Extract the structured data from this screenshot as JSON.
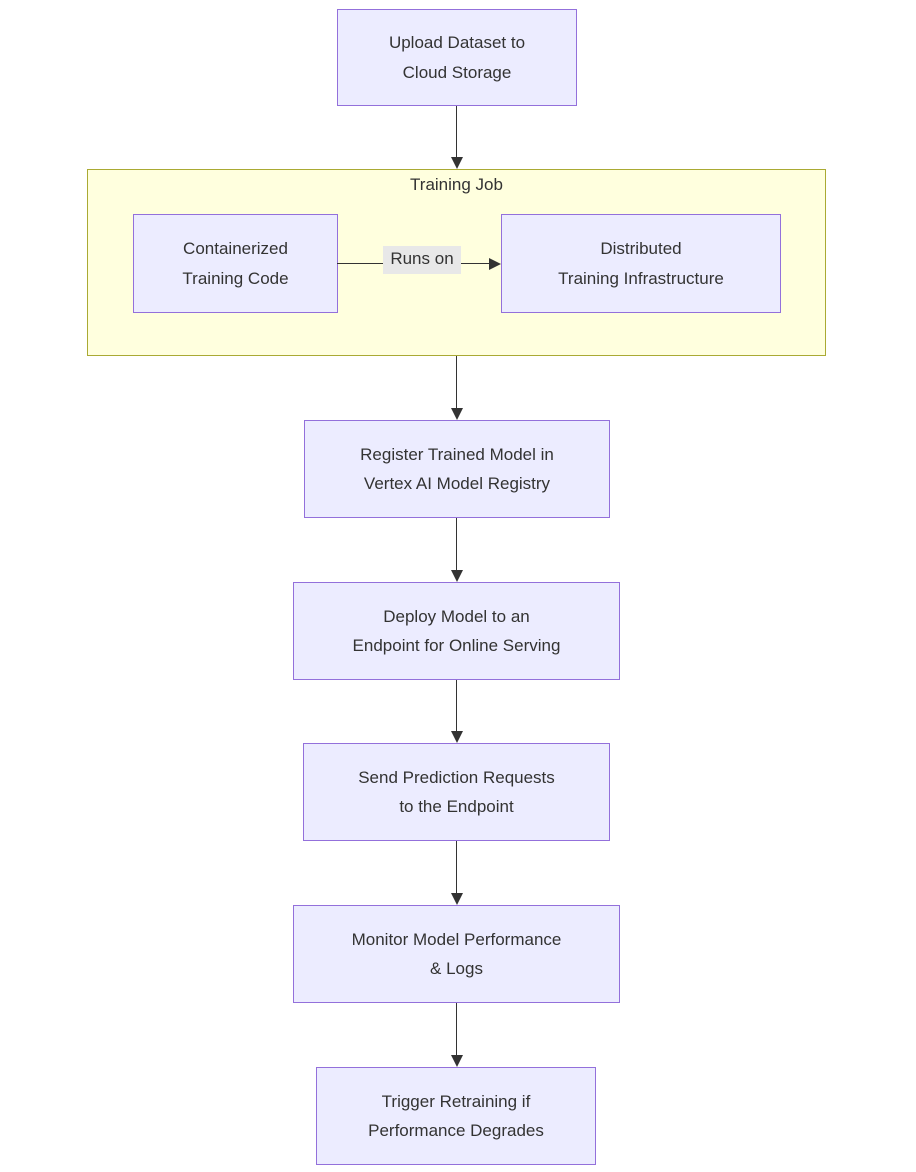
{
  "diagram": {
    "type": "flowchart",
    "direction": "top-to-bottom",
    "nodes": {
      "upload": {
        "label": "Upload Dataset to\nCloud Storage"
      },
      "containerized": {
        "label": "Containerized\nTraining Code"
      },
      "distributed": {
        "label": "Distributed\nTraining Infrastructure"
      },
      "register": {
        "label": "Register Trained Model in\nVertex AI Model Registry"
      },
      "deploy": {
        "label": "Deploy Model to an\nEndpoint for Online Serving"
      },
      "send": {
        "label": "Send Prediction Requests\nto the Endpoint"
      },
      "monitor": {
        "label": "Monitor Model Performance\n& Logs"
      },
      "trigger": {
        "label": "Trigger Retraining if\nPerformance Degrades"
      }
    },
    "cluster": {
      "title": "Training Job",
      "contains": [
        "containerized",
        "distributed"
      ]
    },
    "edges": [
      {
        "from": "upload",
        "to": "training-job-cluster",
        "label": ""
      },
      {
        "from": "containerized",
        "to": "distributed",
        "label": "Runs on"
      },
      {
        "from": "training-job-cluster",
        "to": "register",
        "label": ""
      },
      {
        "from": "register",
        "to": "deploy",
        "label": ""
      },
      {
        "from": "deploy",
        "to": "send",
        "label": ""
      },
      {
        "from": "send",
        "to": "monitor",
        "label": ""
      },
      {
        "from": "monitor",
        "to": "trigger",
        "label": ""
      }
    ],
    "colors": {
      "background": "#FFFFFF",
      "node_fill": "#ECECFF",
      "node_border": "#9370DB",
      "cluster_fill": "#FFFFDE",
      "cluster_border": "#AAAA33",
      "edge": "#333333",
      "edge_label_bg": "#E8E8E8",
      "text": "#333333"
    }
  }
}
